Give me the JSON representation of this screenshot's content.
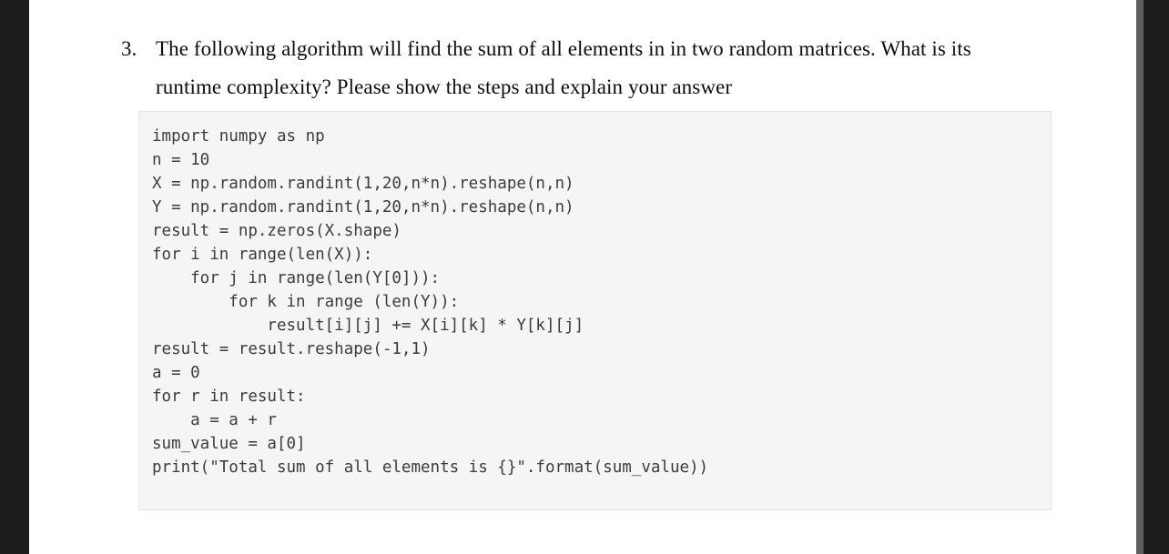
{
  "document": {
    "question": {
      "number": "3.",
      "text": "The following algorithm will find the sum of all elements in in two random matrices. What is its runtime complexity? Please show the steps and explain your answer"
    },
    "code_block": {
      "language": "python",
      "background_color": "#f5f5f5",
      "text_color": "#3c3c3c",
      "lines": [
        "import numpy as np",
        "n = 10",
        "X = np.random.randint(1,20,n*n).reshape(n,n)",
        "Y = np.random.randint(1,20,n*n).reshape(n,n)",
        "result = np.zeros(X.shape)",
        "for i in range(len(X)):",
        "    for j in range(len(Y[0])):",
        "        for k in range (len(Y)):",
        "            result[i][j] += X[i][k] * Y[k][j]",
        "result = result.reshape(-1,1)",
        "a = 0",
        "for r in result:",
        "    a = a + r",
        "sum_value = a[0]",
        "print(\"Total sum of all elements is {}\".format(sum_value))"
      ]
    }
  },
  "chrome": {
    "gutter_color": "#1c1c1c",
    "page_color": "#ffffff",
    "scrollbar_thumb_color": "#5e5e5e"
  }
}
